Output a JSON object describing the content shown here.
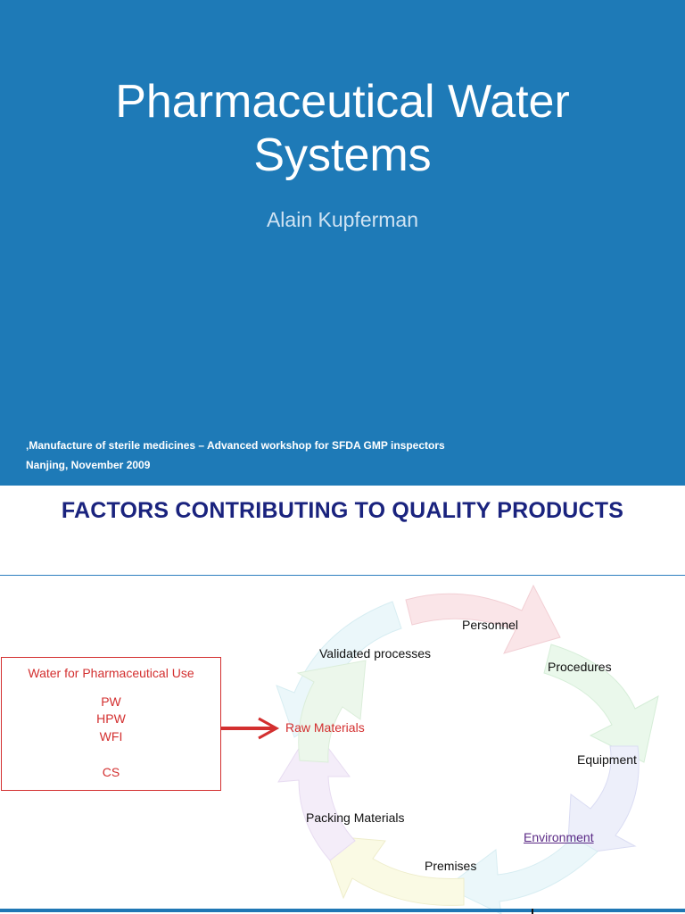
{
  "slide1": {
    "title_line1": "Pharmaceutical Water",
    "title_line2": "Systems",
    "author": "Alain Kupferman",
    "footer_line1": "‚Manufacture of sterile medicines – Advanced workshop for SFDA GMP inspectors",
    "footer_line2": "Nanjing, November 2009",
    "background_color": "#1e7ab7"
  },
  "slide2": {
    "heading": "FACTORS CONTRIBUTING TO QUALITY PRODUCTS",
    "water_box": {
      "title": "Water for Pharmaceutical Use",
      "items": [
        "PW",
        "HPW",
        "WFI",
        "CS"
      ]
    },
    "cycle_labels": {
      "personnel": "Personnel",
      "validated_processes": "Validated processes",
      "procedures": "Procedures",
      "raw_materials": "Raw Materials",
      "equipment": "Equipment",
      "packing_materials": "Packing Materials",
      "environment": "Environment",
      "premises": "Premises"
    },
    "colors": {
      "heading": "#1a237e",
      "accent_red": "#d32f2f",
      "link": "#5b2a86"
    }
  }
}
